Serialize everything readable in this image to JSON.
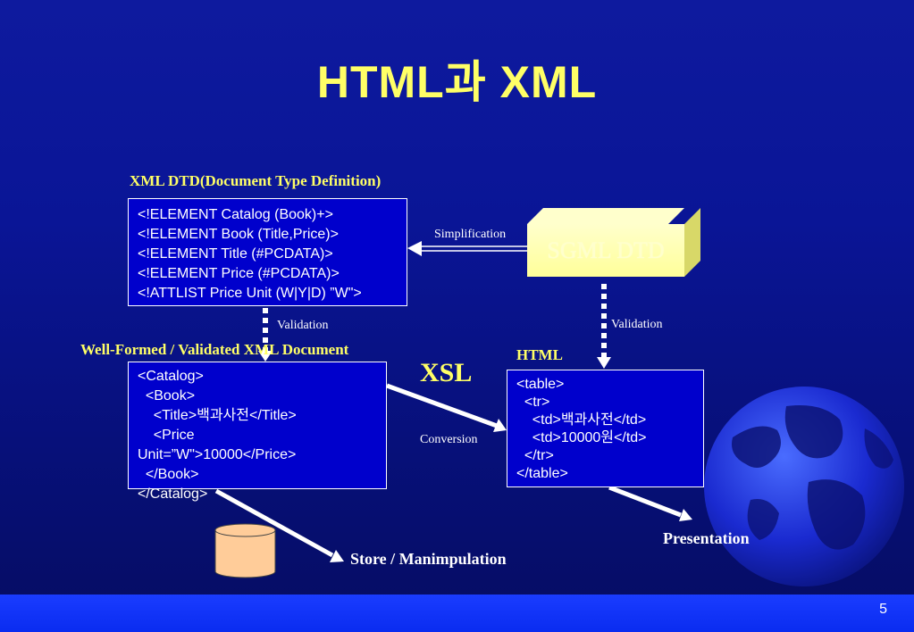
{
  "slide": {
    "title": "HTML과 XML",
    "page_number": "5"
  },
  "dtd": {
    "heading": "XML DTD(Document Type Definition)",
    "lines": [
      "<!ELEMENT Catalog (Book)+>",
      "<!ELEMENT Book (Title,Price)>",
      "<!ELEMENT Title (#PCDATA)>",
      "<!ELEMENT Price (#PCDATA)>",
      "<!ATTLIST Price Unit (W|Y|D) ”W\">"
    ]
  },
  "sgml": {
    "label": "SGML DTD",
    "simplification_label": "Simplification"
  },
  "xml_doc": {
    "heading": "Well-Formed / Validated XML Document",
    "validation_label": "Validation",
    "lines": [
      "<Catalog>",
      "  <Book>",
      "    <Title>백과사전</Title>",
      "    <Price",
      "Unit=”W\">10000</Price>",
      "  </Book>",
      "</Catalog>"
    ]
  },
  "xsl": {
    "label": "XSL",
    "conversion_label": "Conversion"
  },
  "html": {
    "heading": "HTML",
    "validation_label": "Validation",
    "lines": [
      "<table>",
      "  <tr>",
      "    <td>백과사전</td>",
      "    <td>10000원</td>",
      "  </tr>",
      "</table>"
    ]
  },
  "outputs": {
    "store_label": "Store / Manimpulation",
    "presentation_label": "Presentation"
  },
  "colors": {
    "background": "#0a1596",
    "title": "#ffff66",
    "box_fill": "#0000cc",
    "cylinder": "#ffcc99",
    "sgml_box": "#ffffcc"
  }
}
